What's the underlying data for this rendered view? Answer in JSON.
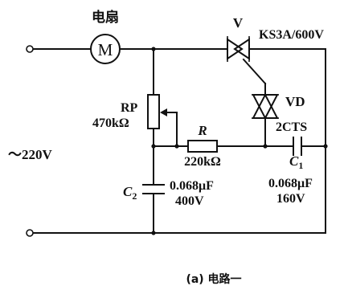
{
  "motor": {
    "label": "电扇",
    "symbol": "M"
  },
  "supply": {
    "label": "～220V"
  },
  "triac": {
    "ref": "V",
    "part": "KS3A/600V"
  },
  "diac": {
    "ref": "VD",
    "part": "2CTS"
  },
  "potentiometer": {
    "ref": "RP",
    "value": "470kΩ"
  },
  "resistor": {
    "ref": "R",
    "value": "220kΩ"
  },
  "capacitor_c2": {
    "ref_letter": "C",
    "ref_sub": "2",
    "capacitance": "0.068μF",
    "voltage": "400V"
  },
  "capacitor_c1": {
    "ref_letter": "C",
    "ref_sub": "1",
    "capacitance": "0.068μF",
    "voltage": "160V"
  },
  "caption": {
    "text": "(a) 电路一"
  }
}
